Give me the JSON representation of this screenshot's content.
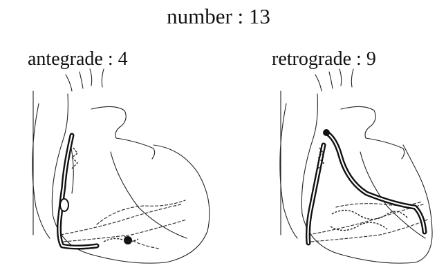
{
  "title": "number : 13",
  "panels": [
    {
      "label": "antegrade : 4"
    },
    {
      "label": "retrograde : 9"
    }
  ],
  "colors": {
    "ink": "#111111",
    "background": "#ffffff"
  }
}
